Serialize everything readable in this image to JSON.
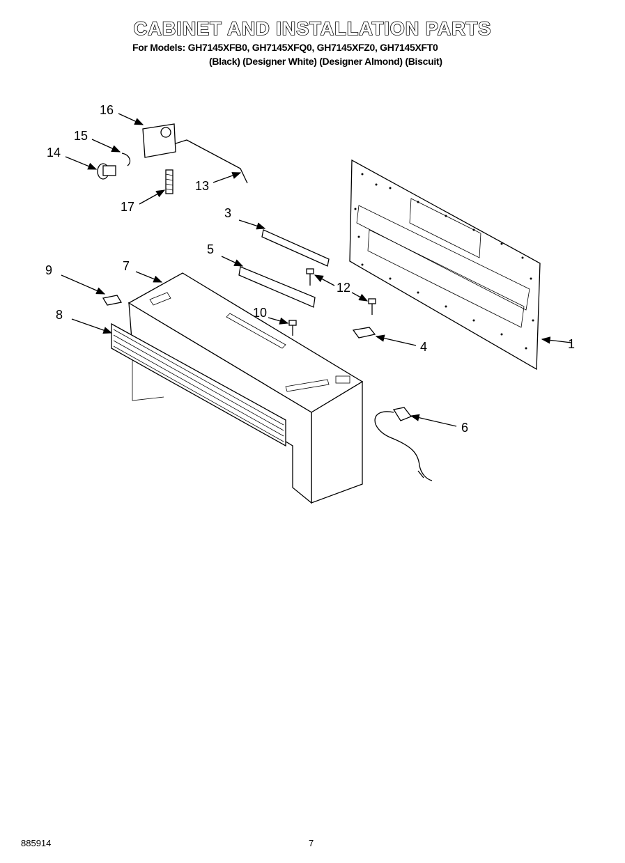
{
  "header": {
    "title": "CABINET AND INSTALLATION PARTS",
    "models_line": "For Models: GH7145XFB0, GH7145XFQ0, GH7145XFZ0, GH7145XFT0",
    "colors_line": "(Black)  (Designer White) (Designer Almond)  (Biscuit)"
  },
  "callouts": [
    "1",
    "3",
    "4",
    "5",
    "6",
    "7",
    "8",
    "9",
    "10",
    "12",
    "13",
    "14",
    "15",
    "16",
    "17"
  ],
  "footer": {
    "doc_number": "885914",
    "page_number": "7"
  }
}
